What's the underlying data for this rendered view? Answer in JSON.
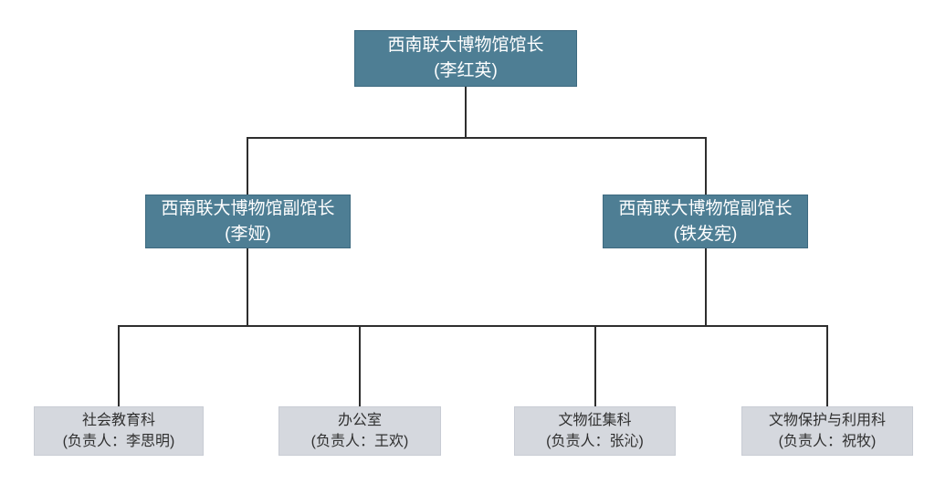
{
  "org_chart": {
    "type": "organization-chart",
    "root": {
      "title": "西南联大博物馆馆长",
      "person": "(李红英)"
    },
    "deputies": [
      {
        "title": "西南联大博物馆副馆长",
        "person": "(李娅)"
      },
      {
        "title": "西南联大博物馆副馆长",
        "person": "(铁发宪)"
      }
    ],
    "departments": [
      {
        "title": "社会教育科",
        "person": "(负责人：李思明)"
      },
      {
        "title": "办公室",
        "person": "(负责人：王欢)"
      },
      {
        "title": "文物征集科",
        "person": "(负责人：张沁)"
      },
      {
        "title": "文物保护与利用科",
        "person": "(负责人：祝牧)"
      }
    ],
    "colors": {
      "executive_box_fill": "#4e7e94",
      "executive_box_border": "#3e6a80",
      "executive_text": "#ffffff",
      "department_box_fill": "#d5d8de",
      "department_box_border": "#c8ccd4",
      "department_text": "#303030",
      "connector_line": "#2e2e2e",
      "background": "#ffffff"
    }
  }
}
